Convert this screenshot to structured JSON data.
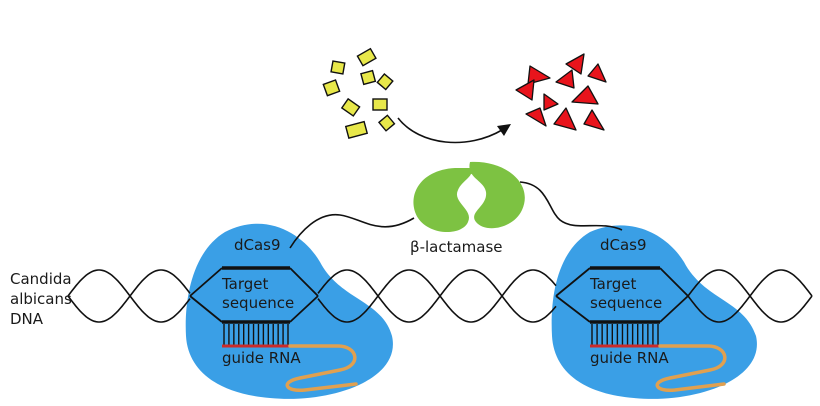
{
  "organism_label": [
    "Candida",
    "albicans",
    "DNA"
  ],
  "left_complex": {
    "protein_label": "dCas9",
    "target_label": [
      "Target",
      "sequence"
    ],
    "guide_label": "guide RNA"
  },
  "right_complex": {
    "protein_label": "dCas9",
    "target_label": [
      "Target",
      "sequence"
    ],
    "guide_label": "guide RNA"
  },
  "enzyme_label": "β-lactamase",
  "colors": {
    "dcas9_blob": "#3a9fe6",
    "enzyme": "#7dc242",
    "substrate": "#e8e84a",
    "product": "#e8141c",
    "guide_rna_tail": "#e0a050",
    "guide_rna_red": "#cc2b2b",
    "dna": "#111111"
  }
}
